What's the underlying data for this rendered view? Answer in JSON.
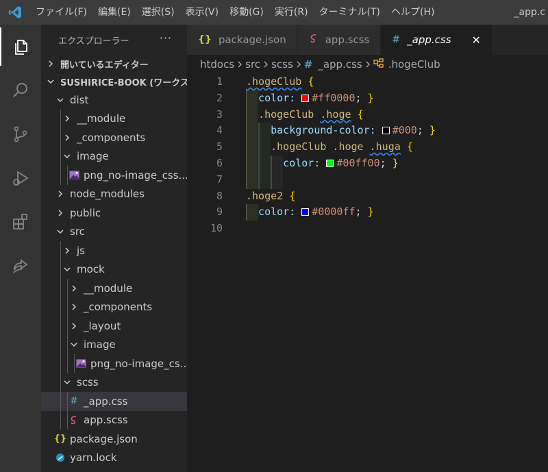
{
  "menu": [
    "ファイル(F)",
    "編集(E)",
    "選択(S)",
    "表示(V)",
    "移動(G)",
    "実行(R)",
    "ターミナル(T)",
    "ヘルプ(H)"
  ],
  "window_title": "_app.c",
  "explorer": {
    "title": "エクスプローラー",
    "more": "···",
    "open_editors": "開いているエディター",
    "workspace": "SUSHIRICE-BOOK (ワークス...",
    "tree": [
      {
        "label": "dist",
        "depth": 1,
        "kind": "folder-open"
      },
      {
        "label": "__module",
        "depth": 2,
        "kind": "folder"
      },
      {
        "label": "_components",
        "depth": 2,
        "kind": "folder"
      },
      {
        "label": "image",
        "depth": 2,
        "kind": "folder-open"
      },
      {
        "label": "png_no-image_css....",
        "depth": 3,
        "kind": "image"
      },
      {
        "label": "node_modules",
        "depth": 1,
        "kind": "folder"
      },
      {
        "label": "public",
        "depth": 1,
        "kind": "folder"
      },
      {
        "label": "src",
        "depth": 1,
        "kind": "folder-open"
      },
      {
        "label": "js",
        "depth": 2,
        "kind": "folder"
      },
      {
        "label": "mock",
        "depth": 2,
        "kind": "folder-open"
      },
      {
        "label": "__module",
        "depth": 3,
        "kind": "folder"
      },
      {
        "label": "_components",
        "depth": 3,
        "kind": "folder"
      },
      {
        "label": "_layout",
        "depth": 3,
        "kind": "folder"
      },
      {
        "label": "image",
        "depth": 3,
        "kind": "folder-open"
      },
      {
        "label": "png_no-image_cs...",
        "depth": 4,
        "kind": "image"
      },
      {
        "label": "scss",
        "depth": 2,
        "kind": "folder-open"
      },
      {
        "label": "_app.css",
        "depth": 3,
        "kind": "css",
        "selected": true
      },
      {
        "label": "app.scss",
        "depth": 3,
        "kind": "scss"
      },
      {
        "label": "package.json",
        "depth": 1,
        "kind": "json"
      },
      {
        "label": "yarn.lock",
        "depth": 1,
        "kind": "yarn"
      }
    ]
  },
  "tabs": [
    {
      "label": "package.json",
      "icon": "{}",
      "icon_color": "#cbcb41",
      "active": false,
      "italic": false
    },
    {
      "label": "app.scss",
      "icon": "scss-icon",
      "icon_color": "#f55385",
      "active": false,
      "italic": false
    },
    {
      "label": "_app.css",
      "icon": "#",
      "icon_color": "#519aba",
      "active": true,
      "italic": true,
      "close": "✕"
    }
  ],
  "breadcrumb": [
    "htdocs",
    "src",
    "scss",
    "_app.css",
    ".hogeClub"
  ],
  "code": {
    "line_numbers": [
      "1",
      "2",
      "3",
      "4",
      "5",
      "6",
      "7",
      "8",
      "9",
      "10"
    ],
    "lines": [
      [
        {
          "t": ".hogeClub",
          "c": "sel",
          "w": true
        },
        {
          "t": " ",
          "c": "punc"
        },
        {
          "t": "{",
          "c": "brace"
        }
      ],
      [
        {
          "t": "  color: ",
          "c": "prop",
          "sw": false
        },
        {
          "swatch": "#ff0000"
        },
        {
          "t": "#ff0000",
          "c": "val"
        },
        {
          "t": "; ",
          "c": "punc"
        },
        {
          "t": "}",
          "c": "brace"
        }
      ],
      [
        {
          "t": "  .hogeClub ",
          "c": "sel"
        },
        {
          "t": ".hoge",
          "c": "sel",
          "w": true
        },
        {
          "t": " ",
          "c": "punc"
        },
        {
          "t": "{",
          "c": "brace"
        }
      ],
      [
        {
          "t": "    background-color: ",
          "c": "prop"
        },
        {
          "swatch": "#000000"
        },
        {
          "t": "#000",
          "c": "val"
        },
        {
          "t": "; ",
          "c": "punc"
        },
        {
          "t": "}",
          "c": "brace"
        }
      ],
      [
        {
          "t": "    .hogeClub .hoge ",
          "c": "sel"
        },
        {
          "t": ".huga",
          "c": "sel",
          "w": true
        },
        {
          "t": " ",
          "c": "punc"
        },
        {
          "t": "{",
          "c": "brace"
        }
      ],
      [
        {
          "t": "      color: ",
          "c": "prop"
        },
        {
          "swatch": "#00ff00"
        },
        {
          "t": "#00ff00",
          "c": "val"
        },
        {
          "t": "; ",
          "c": "punc"
        },
        {
          "t": "}",
          "c": "brace"
        }
      ],
      [],
      [
        {
          "t": ".hoge2",
          "c": "sel"
        },
        {
          "t": " ",
          "c": "punc"
        },
        {
          "t": "{",
          "c": "brace"
        }
      ],
      [
        {
          "t": "  color: ",
          "c": "prop"
        },
        {
          "swatch": "#0000ff"
        },
        {
          "t": "#0000ff",
          "c": "val"
        },
        {
          "t": "; ",
          "c": "punc"
        },
        {
          "t": "}",
          "c": "brace"
        }
      ],
      []
    ]
  },
  "colors": {
    "accent_border": "#ffffff",
    "selected_row": "#37373d"
  }
}
